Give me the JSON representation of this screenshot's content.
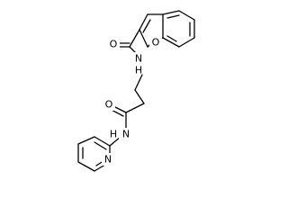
{
  "molecule": {
    "atoms": {
      "o_carbonyl_top": "O",
      "n_amide_top": "N",
      "h_amide_top": "H",
      "o_ring": "O",
      "o_carbonyl_bottom": "O",
      "n_amide_bottom": "N",
      "h_amide_bottom": "H",
      "n_pyridine": "N"
    }
  }
}
